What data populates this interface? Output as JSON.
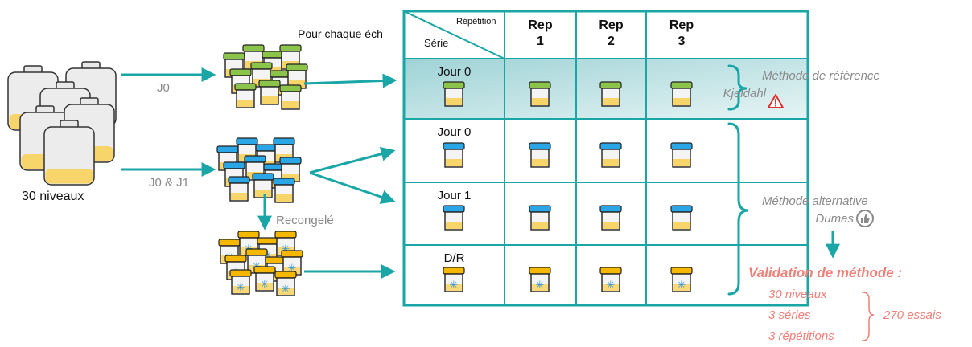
{
  "left": {
    "bottles_label": "30 niveaux"
  },
  "arrows": {
    "j0": "J0",
    "j0j1": "J0 & J1",
    "recongele": "Recongelé"
  },
  "sample_note": "Pour chaque éch",
  "table": {
    "corner_top": "Répétition",
    "corner_bottom": "Série",
    "columns": [
      {
        "line1": "Rep",
        "line2": "1"
      },
      {
        "line1": "Rep",
        "line2": "2"
      },
      {
        "line1": "Rep",
        "line2": "3"
      }
    ],
    "rows": [
      {
        "label": "Jour 0",
        "lid": "green"
      },
      {
        "label": "Jour 0",
        "lid": "blue"
      },
      {
        "label": "Jour 1",
        "lid": "blue"
      },
      {
        "label": "D/R",
        "lid": "orange"
      }
    ]
  },
  "right": {
    "reference_line1": "Méthode de référence",
    "reference_line2": "Kjeldahl",
    "alternative_line1": "Méthode alternative",
    "alternative_line2": "Dumas",
    "validation_title": "Validation de méthode :",
    "items": [
      "30 niveaux",
      "3 séries",
      "3 répétitions"
    ],
    "total": "270 essais"
  },
  "colors": {
    "teal": "#1aa6a6",
    "green_lid": "#8cc34a",
    "blue_lid": "#2aa6e6",
    "orange_lid": "#f5b700",
    "sample_fill": "#f7d56a",
    "salmon": "#f07f78",
    "warning_red": "#e0302c"
  },
  "icons": [
    "warning-icon",
    "thumbs-up-icon",
    "snowflake-icon",
    "bottle-icon",
    "sample-cup-icon"
  ]
}
